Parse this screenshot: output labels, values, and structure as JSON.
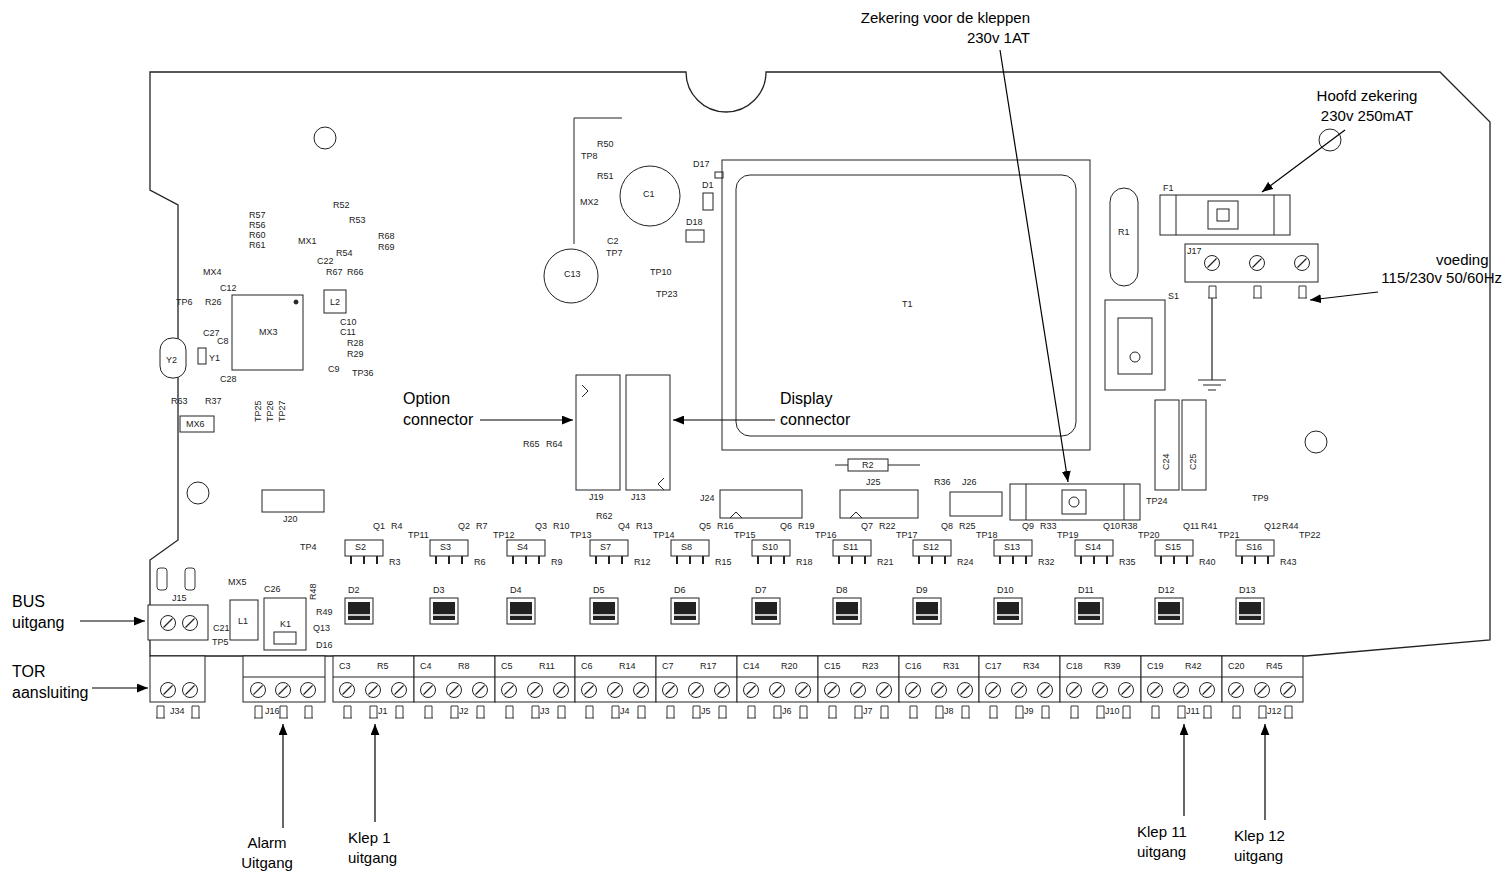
{
  "diagram": {
    "labels": [
      "Zekering voor de kleppen 230v 1AT",
      "Hoofd zekering 230v 250mAT",
      "voeding",
      "115/230v 50/60Hz",
      "Option connector",
      "Display connector",
      "BUS uitgang",
      "TOR aansluiting",
      "Alarm Uitgang",
      "Klep 1 uitgang",
      "Klep 11 uitgang",
      "Klep 12 uitgang",
      "R50",
      "TP8",
      "D17",
      "R51",
      "D1",
      "MX2",
      "C1",
      "C2",
      "TP7",
      "D18",
      "TP10",
      "C13",
      "TP23",
      "T1",
      "R1",
      "F1",
      "J17",
      "S1",
      "C24",
      "C25",
      "R57",
      "R56",
      "R60",
      "R61",
      "R52",
      "R53",
      "MX1",
      "R68",
      "R69",
      "C22",
      "R54",
      "R67",
      "R66",
      "L2",
      "C10",
      "C11",
      "R28",
      "R29",
      "C9",
      "TP36",
      "MX4",
      "C12",
      "TP6",
      "R26",
      "C27",
      "C8",
      "Y2",
      "Y1",
      "C28",
      "MX3",
      "R63",
      "R37",
      "MX6",
      "TP25",
      "TP26",
      "TP27",
      "R65",
      "R64",
      "J19",
      "J13",
      "R2",
      "J24",
      "J25",
      "R36",
      "J26",
      "TP24",
      "TP9",
      "J20",
      "MX5",
      "C26",
      "TP4",
      "L1",
      "K1",
      "R48",
      "R49",
      "C21",
      "TP5",
      "Q13",
      "D16",
      "R62",
      "S2",
      "R3",
      "D2",
      "Q1",
      "R4",
      "TP11",
      "S3",
      "R6",
      "D3",
      "Q2",
      "R7",
      "TP12",
      "S4",
      "R9",
      "D4",
      "Q3",
      "R10",
      "TP13",
      "S7",
      "R12",
      "D5",
      "Q4",
      "R13",
      "TP14",
      "S8",
      "R15",
      "D6",
      "Q5",
      "R16",
      "TP15",
      "S10",
      "R18",
      "D7",
      "Q6",
      "R19",
      "TP16",
      "S11",
      "R21",
      "D8",
      "Q7",
      "R22",
      "TP17",
      "S12",
      "R24",
      "D9",
      "Q8",
      "R25",
      "TP18",
      "S13",
      "R32",
      "D10",
      "Q9",
      "R33",
      "TP19",
      "S14",
      "R35",
      "D11",
      "Q10",
      "R38",
      "TP20",
      "S15",
      "R40",
      "D12",
      "Q11",
      "R41",
      "TP21",
      "S16",
      "R43",
      "D13",
      "Q12",
      "R44",
      "TP22",
      "C3",
      "R5",
      "J1",
      "C4",
      "R8",
      "J2",
      "C5",
      "R11",
      "J3",
      "C6",
      "R14",
      "J4",
      "C7",
      "R17",
      "J5",
      "C14",
      "R20",
      "J6",
      "C15",
      "R23",
      "J7",
      "C16",
      "R31",
      "J8",
      "C17",
      "R34",
      "J9",
      "C18",
      "R39",
      "J10",
      "C19",
      "R42",
      "J11",
      "C20",
      "R45",
      "J12",
      "J34",
      "J16",
      "J15"
    ]
  }
}
